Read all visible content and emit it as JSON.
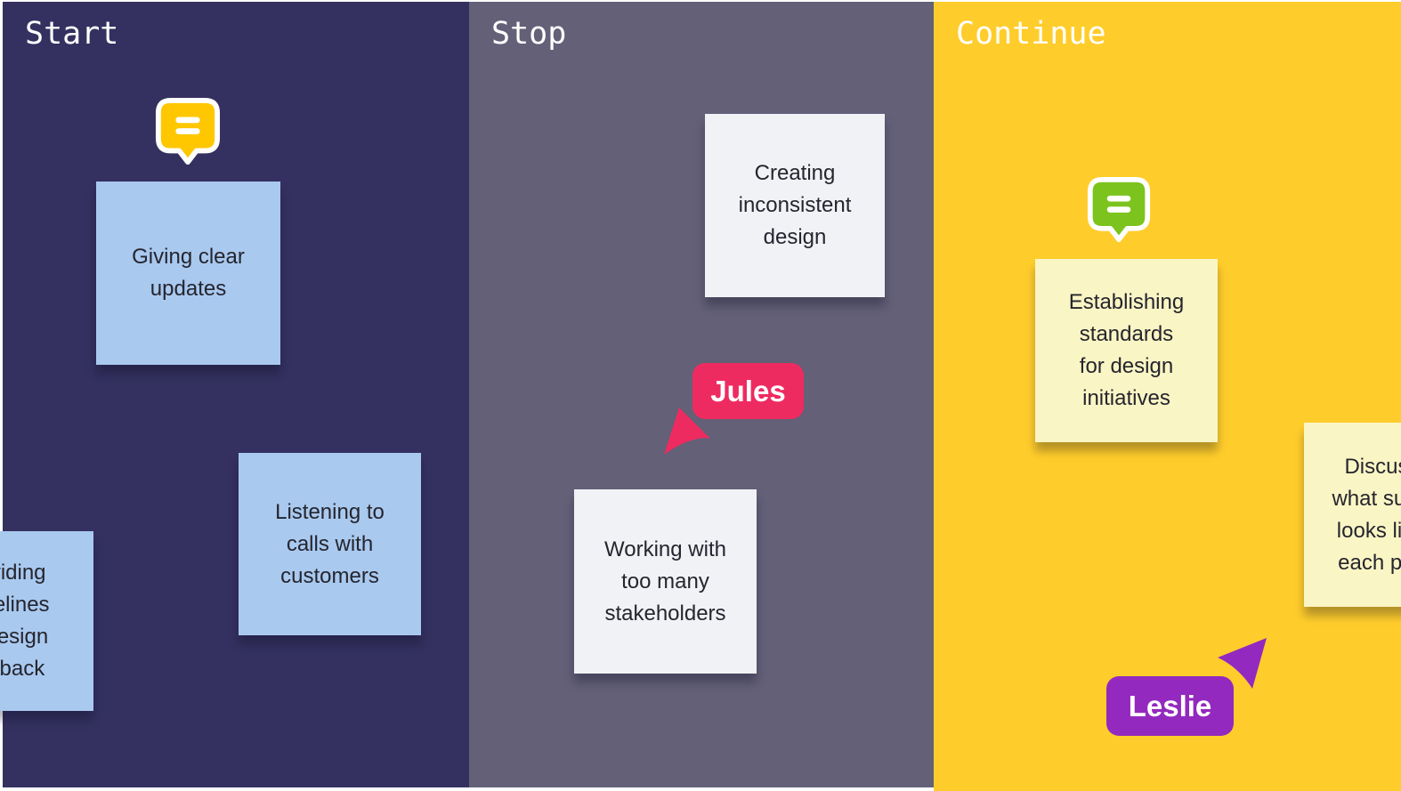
{
  "board": {
    "app": "whiteboard-retrospective",
    "columns": [
      {
        "title": "Start",
        "bg": "#343160"
      },
      {
        "title": "Stop",
        "bg": "#636078"
      },
      {
        "title": "Continue",
        "bg": "#FFCD2B"
      }
    ],
    "notes": [
      {
        "column": "Start",
        "color": "#A9C9EF",
        "text": "Giving clear\nupdates"
      },
      {
        "column": "Start",
        "color": "#A9C9EF",
        "text": "Listening to\ncalls with\ncustomers"
      },
      {
        "column": "Start",
        "color": "#A9C9EF",
        "text": "Providing\nguidelines\nfor design\nfeedback",
        "clipped": "left"
      },
      {
        "column": "Stop",
        "color": "#F0F2F6",
        "text": "Creating\ninconsistent\ndesign"
      },
      {
        "column": "Stop",
        "color": "#F0F2F6",
        "text": "Working with\ntoo many\nstakeholders"
      },
      {
        "column": "Continue",
        "color": "#FAF5C4",
        "text": "Establishing\nstandards\nfor design\ninitiatives"
      },
      {
        "column": "Continue",
        "color": "#FAF5C4",
        "text": "Discussing\nwhat success\nlooks like for\neach project",
        "clipped": "right"
      }
    ],
    "cursors": [
      {
        "name": "Jules",
        "color": "#EE2B60",
        "column": "Stop"
      },
      {
        "name": "Leslie",
        "color": "#9329BE",
        "column": "Continue"
      }
    ],
    "comment_markers": [
      {
        "column": "Start",
        "color": "#FEC700"
      },
      {
        "column": "Continue",
        "color": "#7CC41D"
      }
    ]
  }
}
